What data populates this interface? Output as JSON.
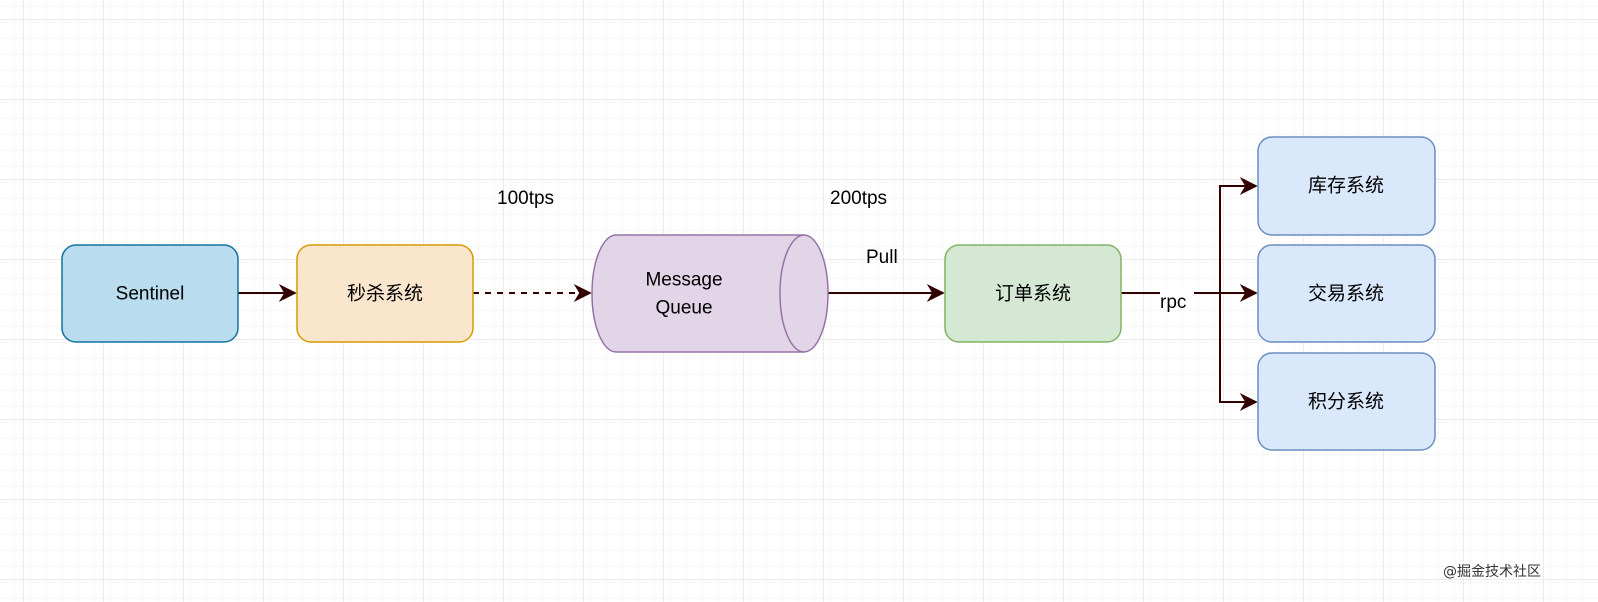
{
  "nodes": {
    "sentinel": "Sentinel",
    "seckill": "秒杀系统",
    "mq_line1": "Message",
    "mq_line2": "Queue",
    "order": "订单系统",
    "inventory": "库存系统",
    "trade": "交易系统",
    "points": "积分系统"
  },
  "edges": {
    "tps_in": "100tps",
    "tps_out": "200tps",
    "pull": "Pull",
    "rpc": "rpc"
  },
  "watermark": "@掘金技术社区",
  "colors": {
    "arrow": "#330000",
    "sentinel_fill": "#b9dcef",
    "sentinel_stroke": "#10739e",
    "seckill_fill": "#fae6cd",
    "seckill_stroke": "#d79b00",
    "mq_fill": "#e1d5e7",
    "mq_stroke": "#9673a6",
    "order_fill": "#d5e8d4",
    "order_stroke": "#82b366",
    "sub_fill": "#dae8fc",
    "sub_stroke": "#6c8ebf"
  }
}
